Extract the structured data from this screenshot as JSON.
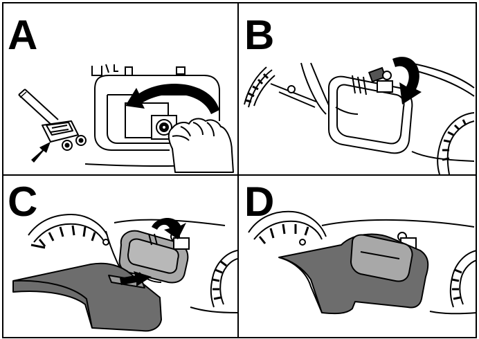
{
  "panels": [
    {
      "id": "A",
      "label": "A"
    },
    {
      "id": "B",
      "label": "B"
    },
    {
      "id": "C",
      "label": "C"
    },
    {
      "id": "D",
      "label": "D"
    }
  ],
  "colors": {
    "line": "#000000",
    "arrow": "#000000",
    "discharge_chute": "#6d6d6d",
    "rear_flap": "#a8a8a8"
  }
}
